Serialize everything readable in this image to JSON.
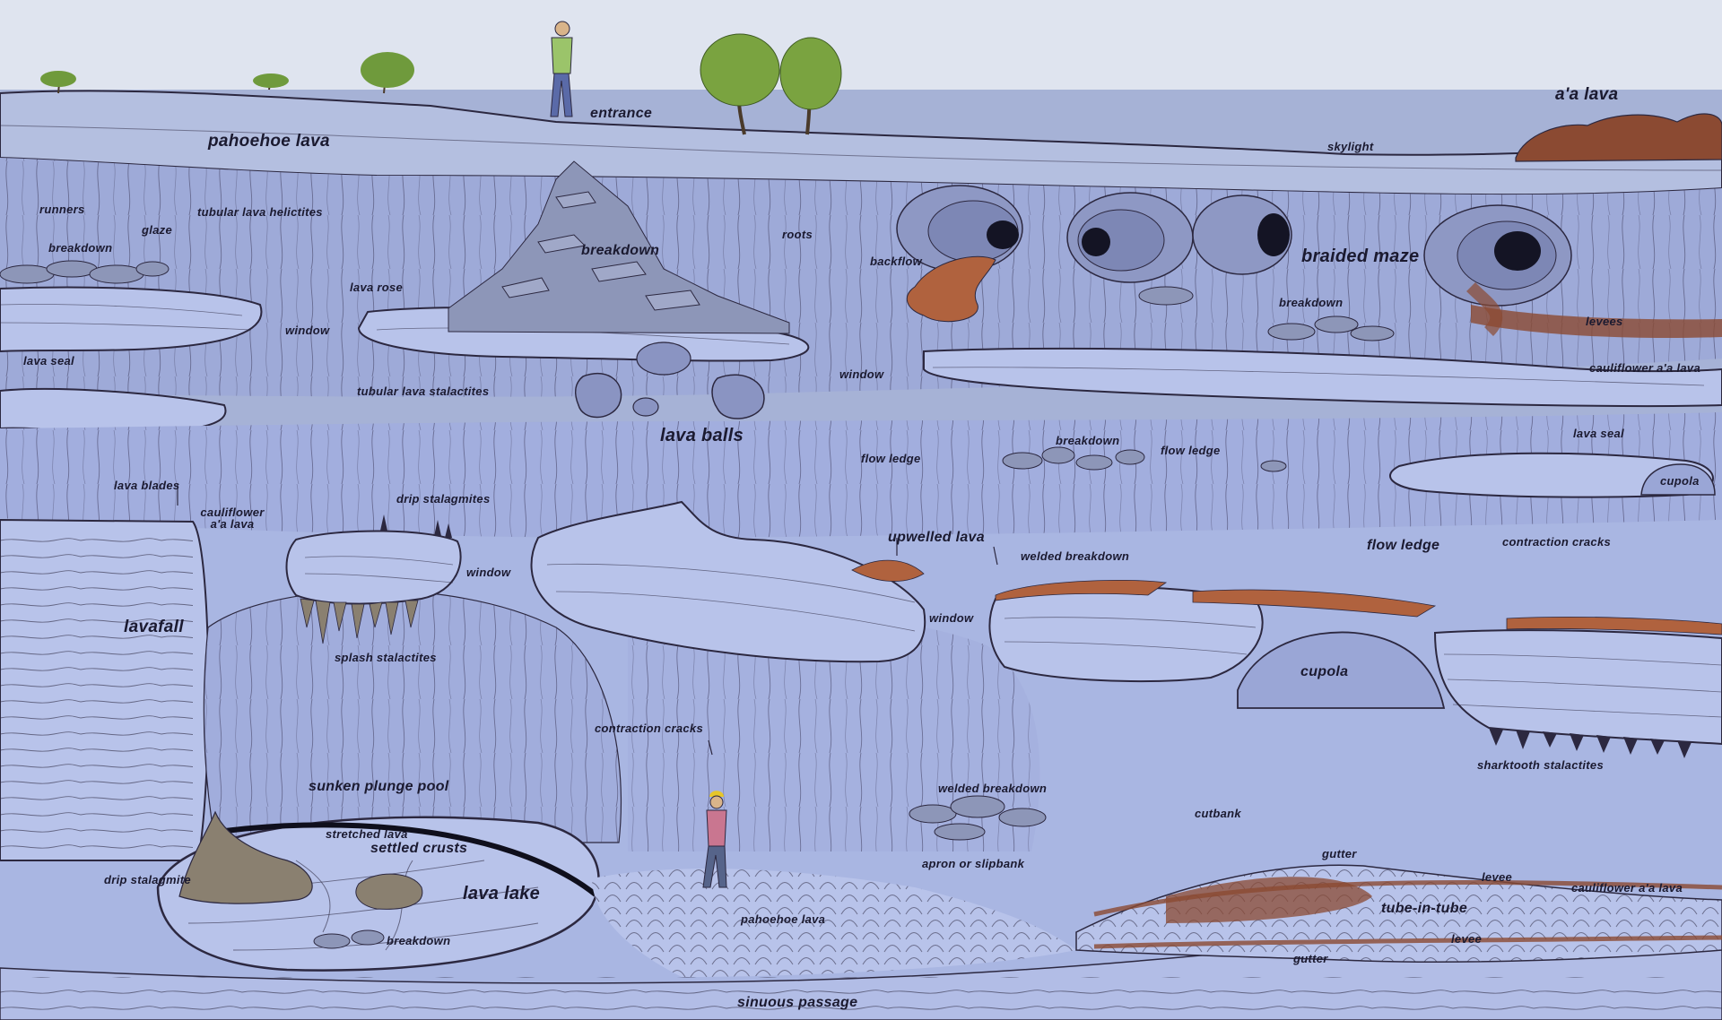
{
  "colors": {
    "sky": "#dfe4ef",
    "rock_surface": "#a6b2d6",
    "rock_cave": "#a9b6e2",
    "rock_ledge": "#b8c3ea",
    "rock_dark": "#5a6088",
    "stroke": "#2c2840",
    "lava_red": "#b0623e",
    "aa_lava": "#8b4a32",
    "tree_green": "#6f9a3c",
    "breakdown": "#8d96b8"
  },
  "labels": {
    "surface": {
      "entrance": "entrance",
      "aa_lava": "a'a lava",
      "pahoehoe_lava": "pahoehoe lava",
      "skylight": "skylight"
    },
    "upper": {
      "runners": "runners",
      "glaze": "glaze",
      "tubular_lava_helictites": "tubular lava helictites",
      "breakdown_left": "breakdown",
      "breakdown_pile": "breakdown",
      "roots": "roots",
      "backflow": "backflow",
      "braided_maze": "braided maze",
      "breakdown_right": "breakdown",
      "levees": "levees",
      "cauliflower_aa_lava": "cauliflower a'a lava",
      "lava_rose": "lava rose",
      "window_1": "window",
      "window_2": "window",
      "lava_seal_left": "lava seal",
      "tubular_lava_stalactites": "tubular lava stalactites",
      "lava_balls": "lava balls"
    },
    "middle": {
      "flow_ledge_1": "flow ledge",
      "breakdown_mid": "breakdown",
      "flow_ledge_2": "flow ledge",
      "lava_seal_right": "lava seal",
      "cupola_small": "cupola",
      "lava_blades": "lava blades",
      "cauliflower_aa_lava_2": "cauliflower a'a lava",
      "drip_stalagmites": "drip stalagmites",
      "upwelled_lava": "upwelled lava",
      "welded_breakdown_1": "welded breakdown",
      "flow_ledge_3": "flow ledge",
      "contraction_cracks_right": "contraction cracks",
      "window_3": "window",
      "window_4": "window",
      "lavafall": "lavafall",
      "splash_stalactites": "splash stalactites",
      "cupola_large": "cupola"
    },
    "lower": {
      "contraction_cracks_center": "contraction cracks",
      "sharktooth_stalactites": "sharktooth stalactites",
      "sunken_plunge_pool": "sunken plunge pool",
      "welded_breakdown_2": "welded breakdown",
      "cutbank": "cutbank",
      "stretched_lava": "stretched lava",
      "settled_crusts": "settled crusts",
      "apron_or_slipbank": "apron or slipbank",
      "gutter_1": "gutter",
      "drip_stalagmite": "drip stalagmite",
      "lava_lake": "lava lake",
      "levee_1": "levee",
      "cauliflower_aa_lava_3": "cauliflower a'a lava",
      "tube_in_tube": "tube-in-tube",
      "pahoehoe_lava_floor": "pahoehoe lava",
      "levee_2": "levee",
      "breakdown_lake": "breakdown",
      "gutter_2": "gutter",
      "sinuous_passage": "sinuous passage"
    }
  }
}
